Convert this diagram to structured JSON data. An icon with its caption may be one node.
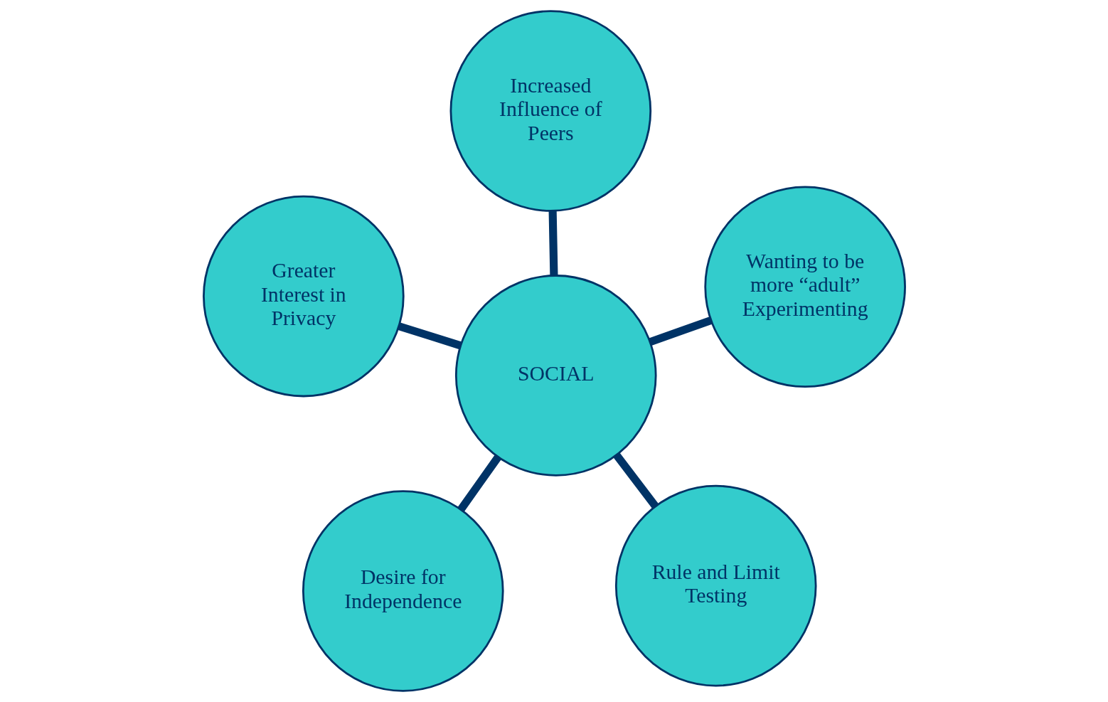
{
  "diagram": {
    "nodes": [
      {
        "text": [
          "Desire for Independence"
        ]
      },
      {
        "text": [
          "Rule and Limit Testing"
        ]
      },
      {
        "text": [
          "SOCIAL"
        ]
      },
      {
        "text": [
          "Increased Influence of Peers"
        ]
      },
      {
        "text": [
          "Wanting to be more “adult” Experimenting"
        ]
      },
      {
        "text": [
          "Greater Interest in Privacy"
        ]
      }
    ],
    "edges": [
      {
        "from": 2,
        "to": 0,
        "arrow": "none"
      },
      {
        "from": 2,
        "to": 1,
        "arrow": "none"
      },
      {
        "from": 2,
        "to": 3,
        "arrow": "none"
      },
      {
        "from": 2,
        "to": 4,
        "arrow": "none"
      },
      {
        "from": 2,
        "to": 5,
        "arrow": "none"
      }
    ]
  }
}
